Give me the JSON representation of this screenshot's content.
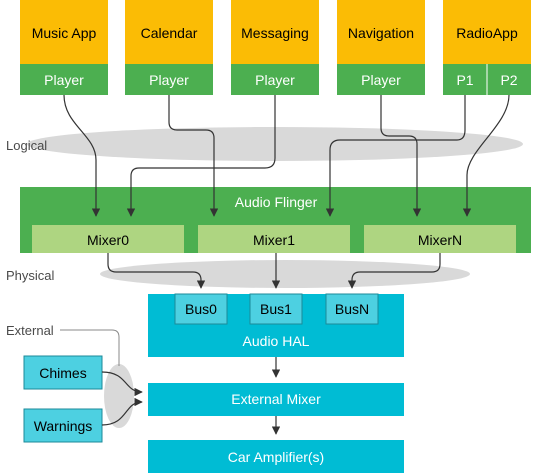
{
  "apps": [
    {
      "name": "Music App",
      "players": [
        "Player"
      ]
    },
    {
      "name": "Calendar",
      "players": [
        "Player"
      ]
    },
    {
      "name": "Messaging",
      "players": [
        "Player"
      ]
    },
    {
      "name": "Navigation",
      "players": [
        "Player"
      ]
    },
    {
      "name": "RadioApp",
      "players": [
        "P1",
        "P2"
      ]
    }
  ],
  "layer_labels": {
    "logical": "Logical",
    "physical": "Physical",
    "external": "External"
  },
  "audio_flinger": {
    "title": "Audio Flinger",
    "mixers": [
      "Mixer0",
      "Mixer1",
      "MixerN"
    ]
  },
  "audio_hal": {
    "title": "Audio HAL",
    "buses": [
      "Bus0",
      "Bus1",
      "BusN"
    ]
  },
  "external_sources": [
    "Chimes",
    "Warnings"
  ],
  "external_mixer": "External Mixer",
  "car_amplifier": "Car Amplifier(s)",
  "colors": {
    "app": "#fbbc05",
    "player": "#4caf50",
    "flinger": "#4caf50",
    "mixer": "#aed581",
    "hal": "#00bcd4",
    "bus": "#4dd0e1",
    "external_source": "#4dd0e1",
    "ellipse": "#d9d9d9",
    "line": "#333333"
  }
}
